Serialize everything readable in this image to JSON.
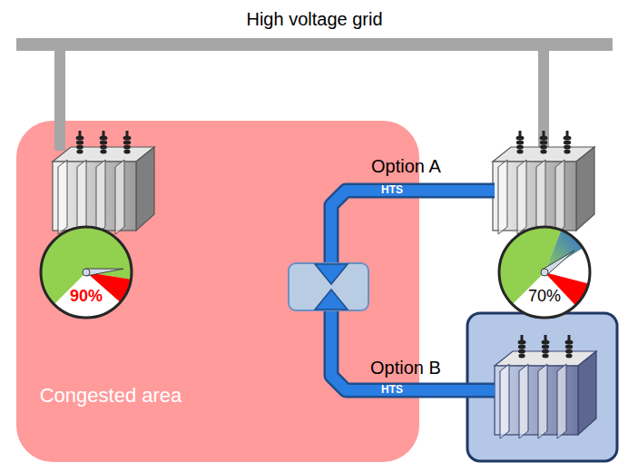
{
  "diagram": {
    "nodes": [
      {
        "text": [
          "High voltage grid"
        ]
      },
      {
        "text": [
          "Congested area"
        ]
      },
      {
        "text": [
          "90%"
        ],
        "in": 1
      },
      {
        "text": [
          "70%"
        ]
      }
    ],
    "labels": [
      "Option A",
      "HTS",
      "Option B",
      "HTS"
    ]
  }
}
